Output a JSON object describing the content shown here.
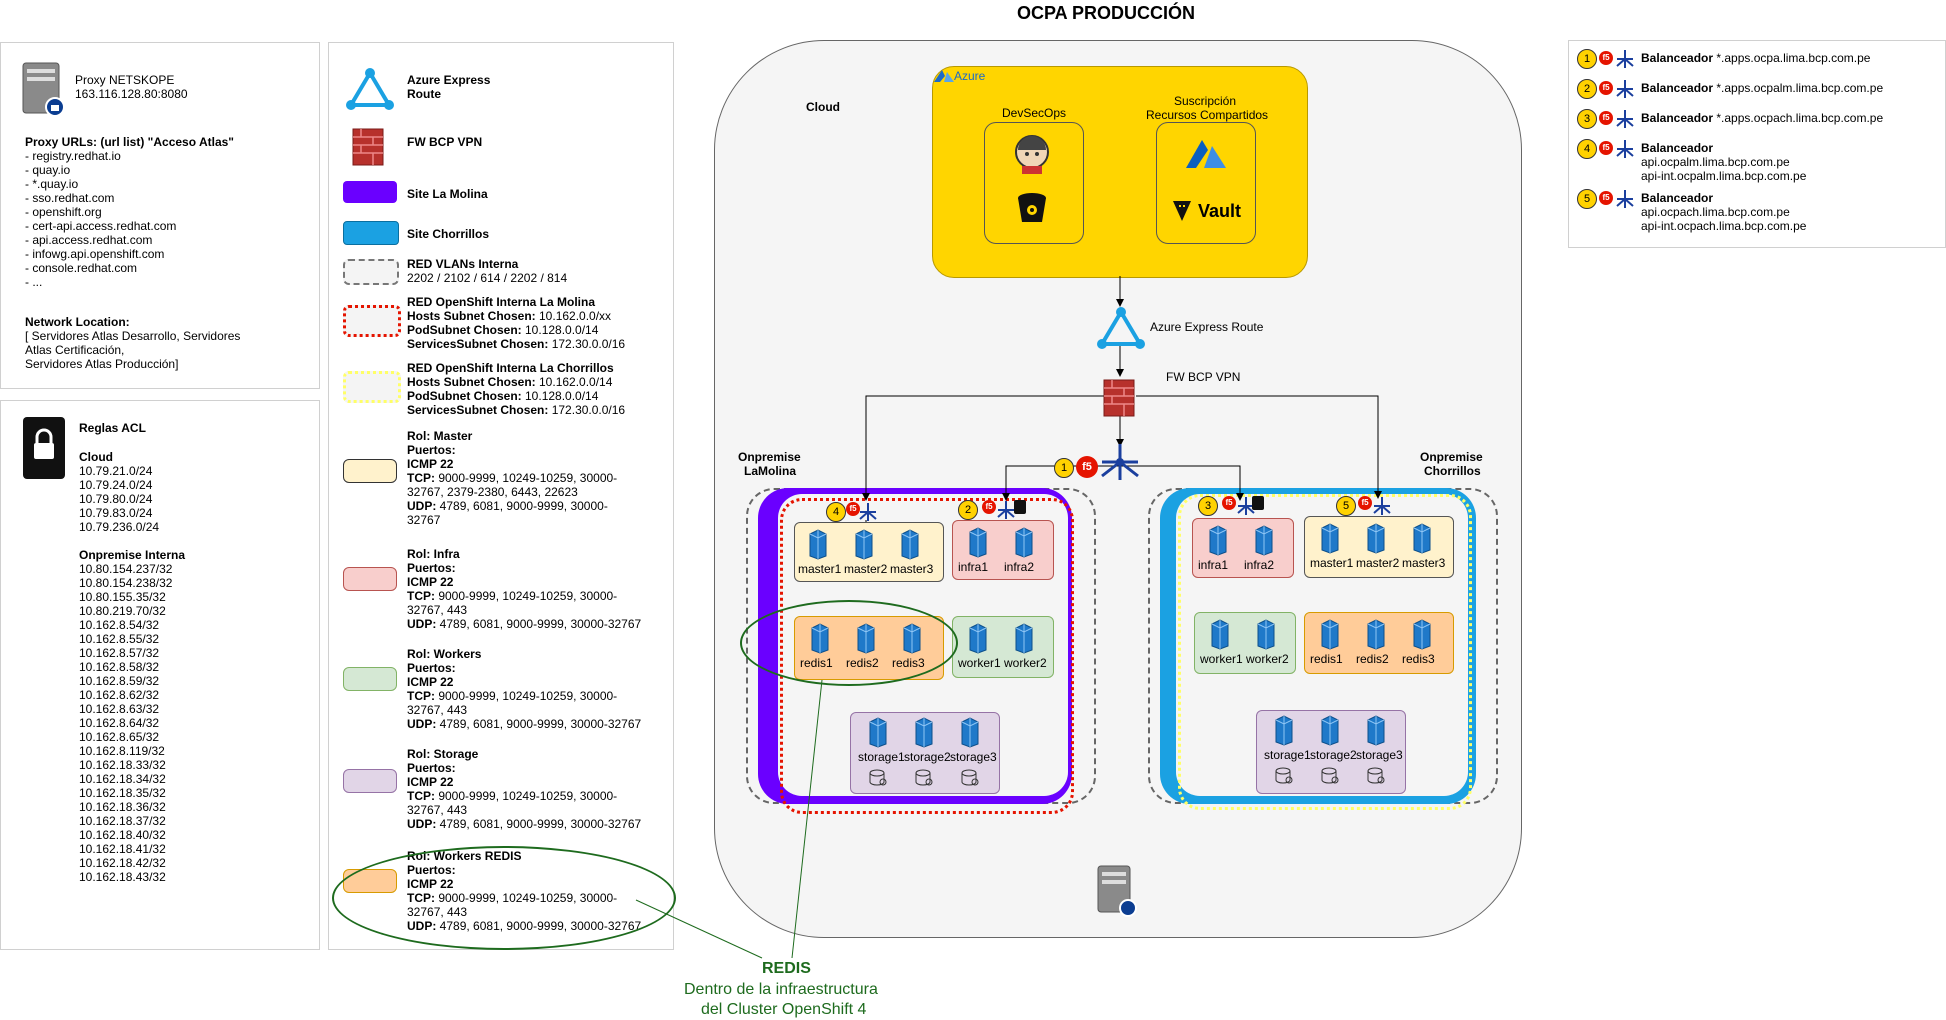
{
  "title": "OCPA PRODUCCIÓN",
  "proxy_panel": {
    "proxy_name": "Proxy NETSKOPE",
    "proxy_ip": "163.116.128.80:8080",
    "urls_title": "Proxy URLs:  (url list) \"Acceso Atlas\"",
    "urls": [
      "- registry.redhat.io",
      "- quay.io",
      "- *.quay.io",
      "- sso.redhat.com",
      "- openshift.org",
      "- cert-api.access.redhat.com",
      "- api.access.redhat.com",
      "- infowg.api.openshift.com",
      "- console.redhat.com",
      "- ..."
    ],
    "network_title": "Network Location:",
    "network_lines": [
      "[ Servidores Atlas Desarrollo, Servidores",
      "Atlas Certificación,",
      "Servidores Atlas Producción]"
    ]
  },
  "acl_panel": {
    "title": "Reglas ACL",
    "cloud_title": "Cloud",
    "cloud_ips": [
      "10.79.21.0/24",
      "10.79.24.0/24",
      "10.79.80.0/24",
      "10.79.83.0/24",
      "10.79.236.0/24"
    ],
    "onprem_title": "Onpremise Interna",
    "onprem_ips": [
      "10.80.154.237/32",
      "10.80.154.238/32",
      "10.80.155.35/32",
      "10.80.219.70/32",
      "10.162.8.54/32",
      "10.162.8.55/32",
      "10.162.8.57/32",
      "10.162.8.58/32",
      "10.162.8.59/32",
      "10.162.8.62/32",
      "10.162.8.63/32",
      "10.162.8.64/32",
      "10.162.8.65/32",
      "10.162.8.119/32",
      "10.162.18.33/32",
      "10.162.18.34/32",
      "10.162.18.35/32",
      "10.162.18.36/32",
      "10.162.18.37/32",
      "10.162.18.40/32",
      "10.162.18.41/32",
      "10.162.18.42/32",
      "10.162.18.43/32"
    ]
  },
  "legend": {
    "azure_er": [
      "Azure Express",
      "Route"
    ],
    "fw": "FW BCP VPN",
    "site_molina": "Site La Molina",
    "site_chorrillos": "Site Chorrillos",
    "vlans": [
      "RED VLANs Interna",
      "2202 / 2102 / 614 / 2202 / 814"
    ],
    "os_molina": {
      "title": "RED OpenShift Interna La Molina",
      "hosts": "Hosts Subnet Chosen:",
      "hosts_val": " 10.162.0.0/xx",
      "pod": "PodSubnet Chosen:",
      "pod_val": " 10.128.0.0/14",
      "svc": "ServicesSubnet Chosen:",
      "svc_val": " 172.30.0.0/16"
    },
    "os_chorrillos": {
      "title": "RED OpenShift Interna La Chorrillos",
      "hosts": "Hosts Subnet Chosen:",
      "hosts_val": " 10.162.0.0/14",
      "pod": "PodSubnet Chosen:",
      "pod_val": " 10.128.0.0/14",
      "svc": "ServicesSubnet Chosen:",
      "svc_val": " 172.30.0.0/16"
    },
    "roles": [
      {
        "title": "Rol: Master",
        "color": "#fff2cc",
        "puertos": "Puertos:",
        "icmp": "ICMP 22",
        "tcp": "TCP:",
        "tcp_val": [
          " 9000-9999, 10249-10259, 30000-",
          "32767, 2379-2380, 6443, 22623"
        ],
        "udp": "UDP:",
        "udp_val": [
          " 4789, 6081, 9000-9999, 30000-",
          "32767"
        ]
      },
      {
        "title": "Rol: Infra",
        "color": "#f8cecc",
        "puertos": "Puertos:",
        "icmp": "ICMP 22",
        "tcp": "TCP:",
        "tcp_val": [
          " 9000-9999, 10249-10259, 30000-",
          "32767, 443"
        ],
        "udp": "UDP:",
        "udp_val": [
          " 4789, 6081, 9000-9999, 30000-32767"
        ]
      },
      {
        "title": "Rol: Workers",
        "color": "#d5e8d4",
        "puertos": "Puertos:",
        "icmp": "ICMP 22",
        "tcp": "TCP:",
        "tcp_val": [
          " 9000-9999, 10249-10259, 30000-",
          "32767, 443"
        ],
        "udp": "UDP:",
        "udp_val": [
          " 4789, 6081, 9000-9999, 30000-32767"
        ]
      },
      {
        "title": "Rol: Storage",
        "color": "#e1d5e7",
        "puertos": "Puertos:",
        "icmp": "ICMP 22",
        "tcp": "TCP:",
        "tcp_val": [
          " 9000-9999, 10249-10259, 30000-",
          "32767, 443"
        ],
        "udp": "UDP:",
        "udp_val": [
          " 4789, 6081, 9000-9999, 30000-32767"
        ]
      },
      {
        "title": "Rol: Workers REDIS",
        "color": "#ffcc99",
        "puertos": "Puertos:",
        "icmp": "ICMP 22",
        "tcp": "TCP:",
        "tcp_val": [
          " 9000-9999, 10249-10259, 30000-",
          "32767, 443"
        ],
        "udp": "UDP:",
        "udp_val": [
          " 4789, 6081, 9000-9999, 30000-32767"
        ]
      }
    ]
  },
  "diagram": {
    "cloud": "Cloud",
    "azure": "Azure",
    "devsecops": "DevSecOps",
    "suscripcion": [
      "Suscripción",
      "Recursos Compartidos"
    ],
    "vault": "Vault",
    "azure_er": "Azure Express Route",
    "fw": "FW BCP VPN",
    "onprem_molina": [
      "Onpremise",
      "LaMolina"
    ],
    "onprem_chorrillos": [
      "Onpremise",
      "Chorrillos"
    ],
    "molina": {
      "masters": [
        "master1",
        "master2",
        "master3"
      ],
      "infras": [
        "infra1",
        "infra2"
      ],
      "redis": [
        "redis1",
        "redis2",
        "redis3"
      ],
      "workers": [
        "worker1",
        "worker2"
      ],
      "storage": [
        "storage1",
        "storage2",
        "storage3"
      ]
    },
    "chorrillos": {
      "infras": [
        "infra1",
        "infra2"
      ],
      "masters": [
        "master1",
        "master2",
        "master3"
      ],
      "workers": [
        "worker1",
        "worker2"
      ],
      "redis": [
        "redis1",
        "redis2",
        "redis3"
      ],
      "storage": [
        "storage1",
        "storage2",
        "storage3"
      ]
    },
    "badges": [
      "1",
      "2",
      "3",
      "4",
      "5"
    ]
  },
  "balancers": [
    {
      "num": "1",
      "title": "Balanceador",
      "lines": [
        " *.apps.ocpa.lima.bcp.com.pe"
      ]
    },
    {
      "num": "2",
      "title": "Balanceador",
      "lines": [
        " *.apps.ocpalm.lima.bcp.com.pe"
      ]
    },
    {
      "num": "3",
      "title": "Balanceador",
      "lines": [
        " *.apps.ocpach.lima.bcp.com.pe"
      ]
    },
    {
      "num": "4",
      "title": "Balanceador",
      "lines": [
        "api.ocpalm.lima.bcp.com.pe",
        "api-int.ocpalm.lima.bcp.com.pe"
      ]
    },
    {
      "num": "5",
      "title": "Balanceador",
      "lines": [
        "api.ocpach.lima.bcp.com.pe",
        "api-int.ocpach.lima.bcp.com.pe"
      ]
    }
  ],
  "redis_note": {
    "title": "REDIS",
    "lines": [
      "Dentro de la infraestructura",
      "del Cluster OpenShift 4"
    ]
  },
  "colors": {
    "molina": "#6a00ff",
    "chorrillos": "#1ba1e2",
    "azure_box": "#ffd500",
    "green": "#1e6b1e",
    "red_dash": "#e51400",
    "yellow_dash": "#ffff66"
  }
}
